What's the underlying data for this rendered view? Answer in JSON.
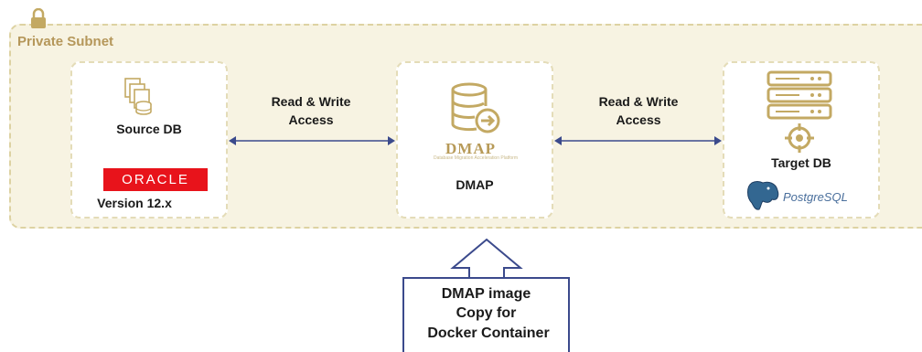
{
  "subnet": {
    "label": "Private Subnet",
    "icon": "lock-icon"
  },
  "source": {
    "label": "Source DB",
    "icon": "database-files-icon",
    "logo_text": "ORACLE",
    "logo_color": "#e8131b",
    "version": "Version 12.x"
  },
  "connections": {
    "left": {
      "line1": "Read & Write",
      "line2": "Access"
    },
    "right": {
      "line1": "Read & Write",
      "line2": "Access"
    }
  },
  "dmap": {
    "logo_word": "DMAP",
    "logo_tagline": "Database Migration Acceleration Platform",
    "label": "DMAP",
    "icon": "database-arrow-icon"
  },
  "target": {
    "label": "Target DB",
    "icon": "server-target-icon",
    "logo_text": "PostgreSQL",
    "logo_color": "#336791"
  },
  "image_callout": {
    "line1": "DMAP image",
    "line2": "Copy for",
    "line3": "Docker Container",
    "border_color": "#3b4a8c"
  },
  "accent_color": "#c3a963"
}
